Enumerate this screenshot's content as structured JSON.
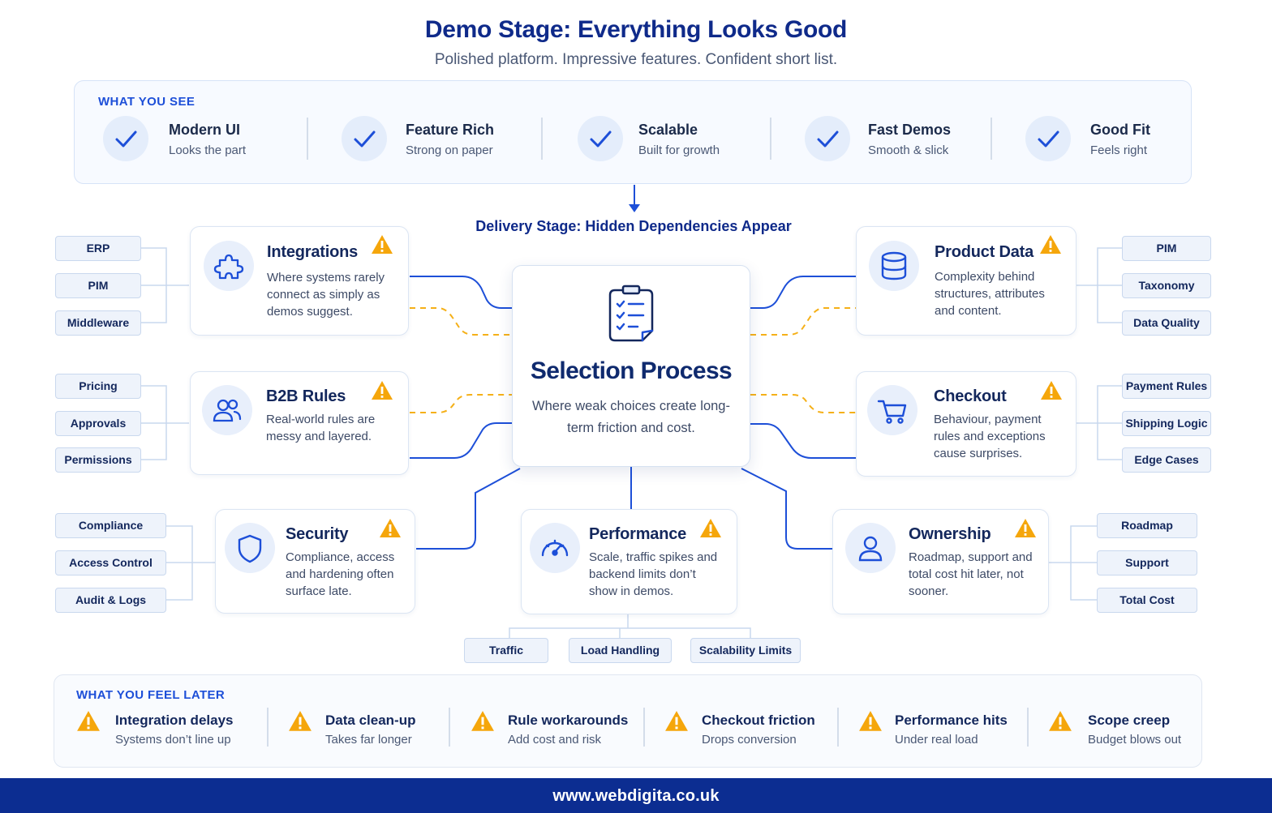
{
  "header": {
    "title": "Demo Stage: Everything Looks Good",
    "subtitle": "Polished platform. Impressive features. Confident short list."
  },
  "what_you_see": {
    "label": "WHAT YOU SEE",
    "items": [
      {
        "title": "Modern UI",
        "subtitle": "Looks the part"
      },
      {
        "title": "Feature Rich",
        "subtitle": "Strong on paper"
      },
      {
        "title": "Scalable",
        "subtitle": "Built for growth"
      },
      {
        "title": "Fast Demos",
        "subtitle": "Smooth & slick"
      },
      {
        "title": "Good Fit",
        "subtitle": "Feels right"
      }
    ]
  },
  "delivery_stage": {
    "title": "Delivery Stage: Hidden Dependencies Appear"
  },
  "center": {
    "title": "Selection Process",
    "description": "Where weak choices create long-term friction and cost."
  },
  "cards": {
    "integrations": {
      "title": "Integrations",
      "description": "Where systems rarely connect as simply as demos suggest.",
      "pills": [
        "ERP",
        "PIM",
        "Middleware"
      ]
    },
    "b2b_rules": {
      "title": "B2B Rules",
      "description": "Real-world rules are messy and layered.",
      "pills": [
        "Pricing",
        "Approvals",
        "Permissions"
      ]
    },
    "security": {
      "title": "Security",
      "description": "Compliance, access and hardening often surface late.",
      "pills": [
        "Compliance",
        "Access Control",
        "Audit & Logs"
      ]
    },
    "performance": {
      "title": "Performance",
      "description": "Scale, traffic spikes and backend limits don’t show in demos.",
      "pills": [
        "Traffic",
        "Load Handling",
        "Scalability Limits"
      ]
    },
    "product_data": {
      "title": "Product Data",
      "description": "Complexity behind structures, attributes and content.",
      "pills": [
        "PIM",
        "Taxonomy",
        "Data Quality"
      ]
    },
    "checkout": {
      "title": "Checkout",
      "description": "Behaviour, payment rules and exceptions cause surprises.",
      "pills": [
        "Payment Rules",
        "Shipping Logic",
        "Edge Cases"
      ]
    },
    "ownership": {
      "title": "Ownership",
      "description": "Roadmap, support and total cost hit later, not sooner.",
      "pills": [
        "Roadmap",
        "Support",
        "Total Cost"
      ]
    }
  },
  "what_you_feel": {
    "label": "WHAT YOU FEEL LATER",
    "items": [
      {
        "title": "Integration delays",
        "subtitle": "Systems don’t line up"
      },
      {
        "title": "Data clean-up",
        "subtitle": "Takes far longer"
      },
      {
        "title": "Rule workarounds",
        "subtitle": "Add cost and risk"
      },
      {
        "title": "Checkout friction",
        "subtitle": "Drops conversion"
      },
      {
        "title": "Performance hits",
        "subtitle": "Under real load"
      },
      {
        "title": "Scope creep",
        "subtitle": "Budget blows out"
      }
    ]
  },
  "footer": {
    "url": "www.webdigita.co.uk"
  },
  "colors": {
    "brand_navy": "#0f2a8a",
    "accent_blue": "#1d4fd8",
    "warning_amber": "#f5a60b",
    "footer_bg": "#0c2d91"
  }
}
